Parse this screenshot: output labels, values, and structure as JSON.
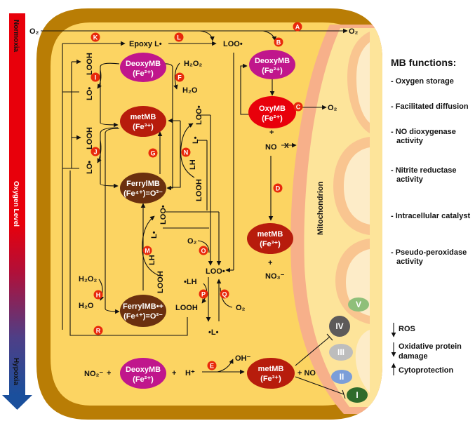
{
  "oxygen_axis": {
    "top_label": "Normoxia",
    "middle_label": "Oxygen Level",
    "bottom_label": "Hypoxia",
    "top_color": "#e8000b",
    "bottom_color": "#1a4f9c"
  },
  "colors": {
    "cell_wall": "#b97d05",
    "cytoplasm": "#fcd462",
    "mito_membrane": "#f7b08a",
    "mito_matrix": "#fde49a",
    "cristae": "#fdecc8",
    "badge": "#e8290b",
    "deoxy": "#c0168c",
    "oxy": "#e8000b",
    "met": "#b71c0c",
    "ferryl": "#6b300f"
  },
  "species": {
    "deoxy_top": {
      "name": "DeoxyMB",
      "state": "(Fe²⁺)"
    },
    "deoxy_right": {
      "name": "DeoxyMB",
      "state": "(Fe²⁺)"
    },
    "oxy": {
      "name": "OxyMB",
      "state": "(Fe²⁺)"
    },
    "met_center": {
      "name": "metMB",
      "state": "(Fe³⁺)"
    },
    "met_right": {
      "name": "metMB",
      "state": "(Fe³⁺)"
    },
    "ferryl": {
      "name": "FerrylMB",
      "state": "(Fe⁴⁺)=O²⁻"
    },
    "ferryl_radical": {
      "name": "FerrylMB•+",
      "state": "(Fe⁴⁺)=O²⁻"
    },
    "deoxy_bottom": {
      "name": "DeoxyMB",
      "state": "(Fe²⁺)"
    },
    "met_bottom": {
      "name": "metMB",
      "state": "(Fe³⁺)"
    }
  },
  "reaction_badges": [
    "A",
    "B",
    "C",
    "D",
    "E",
    "F",
    "G",
    "H",
    "I",
    "J",
    "K",
    "L",
    "M",
    "N",
    "O",
    "P",
    "Q",
    "R"
  ],
  "labels": {
    "o2_left": "O₂",
    "o2_right_top": "O₂",
    "o2_oxy": "O₂",
    "epoxy": "Epoxy L•",
    "loo_top": "LOO•",
    "looh_i": "LOOH",
    "lo_i": "LO•",
    "h2o2_f": "H₂O₂",
    "h2o_f": "H₂O",
    "looh_j": "LOOH",
    "lo_j": "LO•",
    "loo_n": "LOO•",
    "l_n": "L•",
    "lh_n": "LH",
    "looh_n": "LOOH",
    "plus_oxy": "+",
    "no": "NO",
    "x_mark": "X",
    "plus_met": "+",
    "no3": "NO₃⁻",
    "loo_m": "LOO•",
    "l_m": "L•",
    "lh_m": "LH",
    "looh_m": "LOOH",
    "o2_o": "O₂",
    "loo_center": "LOO•",
    "lh_p": "•LH",
    "looh_p": "LOOH",
    "o2_q": "O₂",
    "l_pq": "•L•",
    "h2o2_h": "H₂O₂",
    "h2o_h": "H₂O",
    "no2": "NO₂⁻",
    "plus1": "+",
    "plus2": "+",
    "hplus": "H⁺",
    "oh": "OH⁻",
    "plus_no": "+ NO",
    "mitochondrion": "Mitochondrion"
  },
  "mito_complexes": [
    "V",
    "IV",
    "III",
    "II",
    "I"
  ],
  "mb_functions": {
    "title": "MB functions:",
    "items": [
      [
        "- Oxygen storage"
      ],
      [
        "- Facilitated diffusion"
      ],
      [
        "- NO dioxygenase",
        "activity"
      ],
      [
        "- Nitrite reductase",
        "activity"
      ],
      [
        "- Intracellular catalyst"
      ],
      [
        "- Pseudo-peroxidase",
        "activity"
      ]
    ]
  },
  "effects": [
    {
      "direction": "down",
      "lines": [
        "ROS"
      ]
    },
    {
      "direction": "down",
      "lines": [
        "Oxidative protein",
        "damage"
      ]
    },
    {
      "direction": "up",
      "lines": [
        "Cytoprotection"
      ]
    }
  ]
}
